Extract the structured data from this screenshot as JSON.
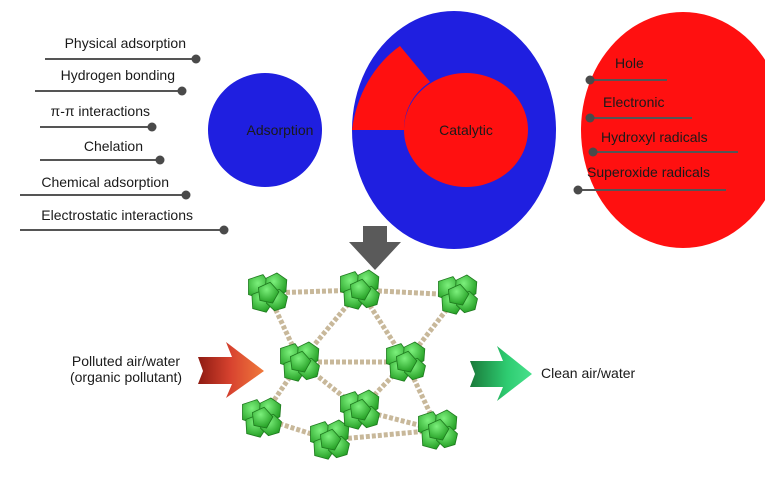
{
  "rings": {
    "left_label": "Adsorption",
    "right_label": "Catalytic",
    "left_color": "#1f1fe0",
    "right_color": "#ff1010"
  },
  "adsorption_mechanisms": [
    "Physical adsorption",
    "Hydrogen bonding",
    "π-π interactions",
    "Chelation",
    "Chemical adsorption",
    "Electrostatic interactions"
  ],
  "catalytic_species": [
    "Hole",
    "Electronic",
    "Hydroxyl radicals",
    "Superoxide radicals"
  ],
  "process": {
    "input_label_line1": "Polluted air/water",
    "input_label_line2": "(organic pollutant)",
    "output_label": "Clean air/water",
    "input_arrow_color": "#c0392b",
    "output_arrow_color": "#27ae60",
    "down_arrow_color": "#5a5a5a"
  },
  "framework": {
    "node_color": "#3cc43c",
    "linker_color": "#c8b89a",
    "icon": "mof-crystal-structure"
  }
}
